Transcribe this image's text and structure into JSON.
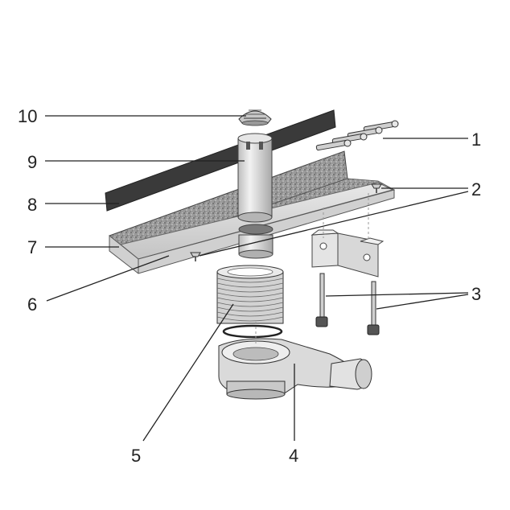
{
  "diagram": {
    "callouts": [
      {
        "id": "1",
        "label": "1"
      },
      {
        "id": "2",
        "label": "2"
      },
      {
        "id": "3",
        "label": "3"
      },
      {
        "id": "4",
        "label": "4"
      },
      {
        "id": "5",
        "label": "5"
      },
      {
        "id": "6",
        "label": "6"
      },
      {
        "id": "7",
        "label": "7"
      },
      {
        "id": "8",
        "label": "8"
      },
      {
        "id": "9",
        "label": "9"
      },
      {
        "id": "10",
        "label": "10"
      }
    ],
    "colors": {
      "line": "#222222",
      "granite": "#8a8a8a",
      "steel": "#d6d6d6",
      "strip": "#3a3a3a",
      "background": "#ffffff"
    },
    "icons": [
      "screw-icon",
      "bracket-icon",
      "bolt-icon",
      "trap-icon",
      "sleeve-icon",
      "channel-icon",
      "strip-icon",
      "pipe-icon",
      "cap-icon"
    ]
  }
}
